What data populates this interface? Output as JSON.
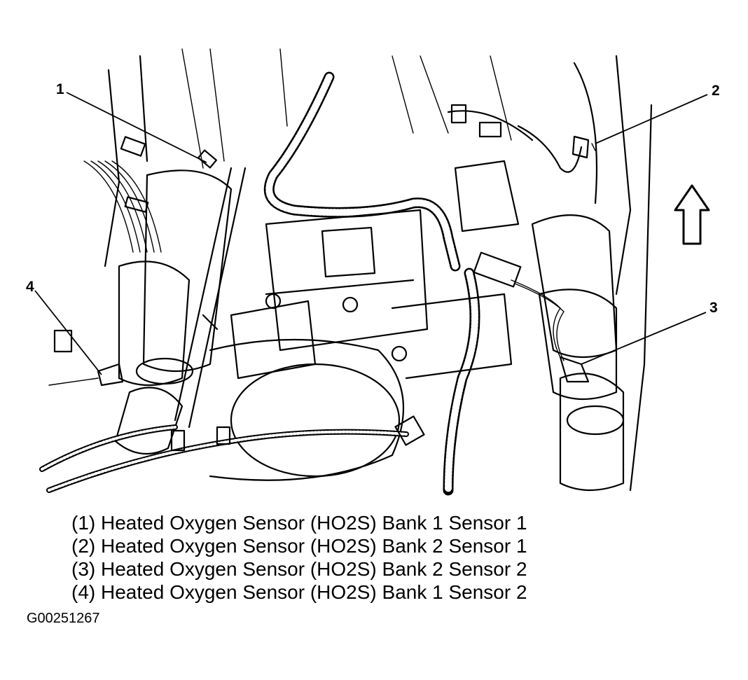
{
  "callouts": {
    "c1": "1",
    "c2": "2",
    "c3": "3",
    "c4": "4"
  },
  "legend": [
    "(1) Heated Oxygen Sensor (HO2S) Bank 1 Sensor 1",
    "(2) Heated Oxygen Sensor (HO2S) Bank 2 Sensor 1",
    "(3) Heated Oxygen Sensor (HO2S) Bank 2 Sensor 2",
    "(4) Heated Oxygen Sensor (HO2S) Bank 1 Sensor 2"
  ],
  "figure_id": "G00251267",
  "icons": {
    "direction_arrow": "front-direction-arrow-icon"
  }
}
